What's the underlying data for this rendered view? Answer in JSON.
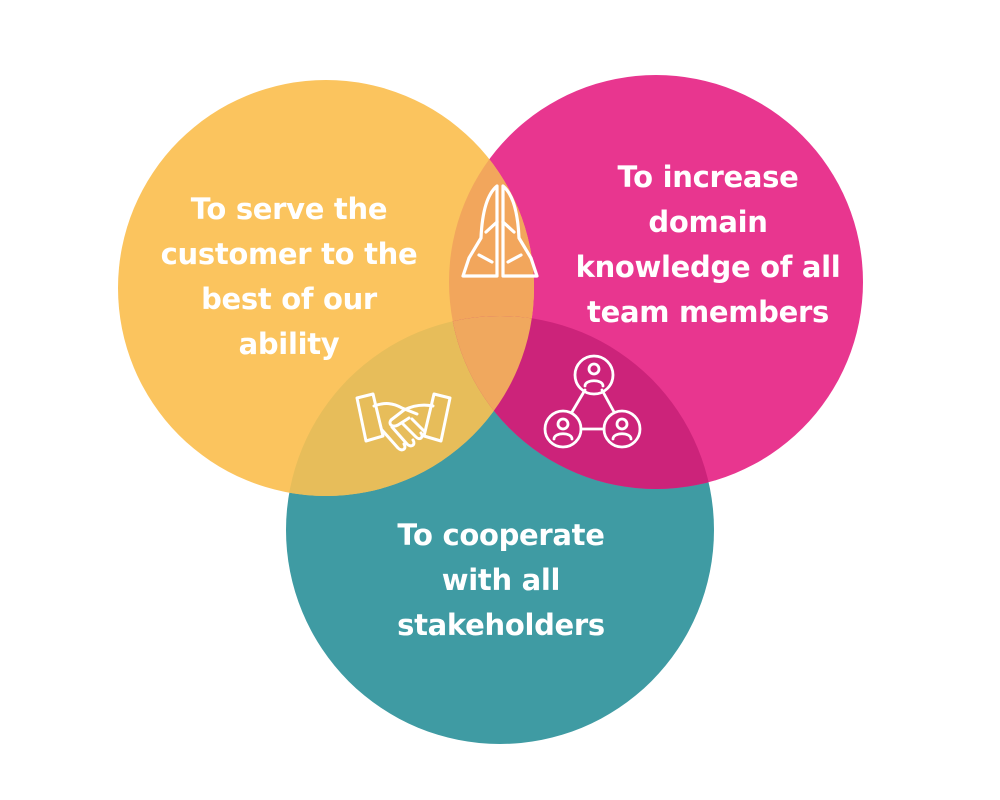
{
  "circles": [
    {
      "id": "serve",
      "color": "#fbc45e",
      "label_lines": [
        "To serve the",
        "customer to the",
        "best of our",
        "ability"
      ]
    },
    {
      "id": "increase",
      "color": "#e8368f",
      "label_lines": [
        "To increase",
        "domain",
        "knowledge of all",
        "team members"
      ]
    },
    {
      "id": "cooperate",
      "color": "#3f9ba3",
      "label_lines": [
        "To cooperate",
        "with all",
        "stakeholders"
      ]
    }
  ],
  "overlap_colors": {
    "serve_increase": "#f2a65c",
    "serve_cooperate": "#e7bd5a",
    "increase_cooperate": "#cc237a",
    "center": "#f0a85e"
  },
  "icons": [
    {
      "name": "praying-hands-icon",
      "region": "serve-increase"
    },
    {
      "name": "handshake-icon",
      "region": "serve-cooperate"
    },
    {
      "name": "team-network-icon",
      "region": "increase-cooperate"
    }
  ]
}
